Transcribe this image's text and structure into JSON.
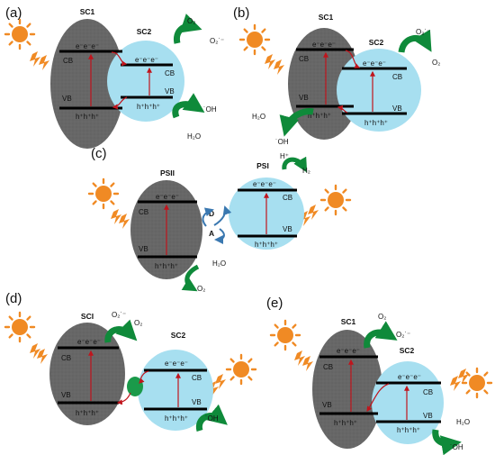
{
  "colors": {
    "gray_particle": "#676767",
    "blue_particle": "#a7dff0",
    "electron_transfer": "#c0141c",
    "chem_arrow": "#0f8a3a",
    "sun": "#f08a24",
    "band_line": "#000000",
    "zscheme_arrow": "#3a78b0",
    "junction": "#1a9a4a"
  },
  "panels": {
    "a": {
      "label": "(a)",
      "sc1": "SC1",
      "sc2": "SC2",
      "e_sc1": "e⁻e⁻e⁻",
      "h_sc1": "h⁺h⁺h⁺",
      "e_sc2": "e⁻e⁻e⁻",
      "h_sc2": "h⁺h⁺h⁺",
      "cb": "CB",
      "vb": "VB",
      "o2": "O₂",
      "o2_rad": "O₂˙⁻",
      "oh": "˙OH",
      "h2o": "H₂O"
    },
    "b": {
      "label": "(b)",
      "sc1": "SC1",
      "sc2": "SC2",
      "e_sc1": "e⁻e⁻e⁻",
      "h_sc1": "h⁺h⁺h⁺",
      "e_sc2": "e⁻e⁻e⁻",
      "h_sc2": "h⁺h⁺h⁺",
      "cb": "CB",
      "vb": "VB",
      "o2": "O₂",
      "o2_rad": "O₂˙⁻",
      "oh": "˙OH",
      "h2o": "H₂O"
    },
    "c": {
      "label": "(c)",
      "psii": "PSII",
      "psi": "PSI",
      "e_psii": "e⁻e⁻e⁻",
      "h_psii": "h⁺h⁺h⁺",
      "e_psi": "e⁻e⁻e⁻",
      "h_psi": "h⁺h⁺h⁺",
      "cb": "CB",
      "vb": "VB",
      "d": "D",
      "a": "A",
      "h_plus": "H⁺",
      "h2": "H₂",
      "h2o": "H₂O",
      "o2": "O₂"
    },
    "d": {
      "label": "(d)",
      "sc1": "SCI",
      "sc2": "SC2",
      "e_sc1": "e⁻e⁻e⁻",
      "h_sc1": "h⁺h⁺h⁺",
      "e_sc2": "e⁻e⁻e⁻",
      "h_sc2": "h⁺h⁺h⁺",
      "cb": "CB",
      "vb": "VB",
      "o2": "O₂",
      "o2_rad": "O₂˙⁻",
      "oh": "˙OH"
    },
    "e": {
      "label": "(e)",
      "sc1": "SC1",
      "sc2": "SC2",
      "e_sc1": "e⁻e⁻e⁻",
      "h_sc1": "h⁺h⁺h⁺",
      "e_sc2": "e⁻e⁻e⁻",
      "h_sc2": "h⁺h⁺h⁺",
      "cb": "CB",
      "vb": "VB",
      "o2": "O₂",
      "o2_rad": "O₂˙⁻",
      "oh": "˙OH",
      "h2o": "H₂O"
    }
  }
}
